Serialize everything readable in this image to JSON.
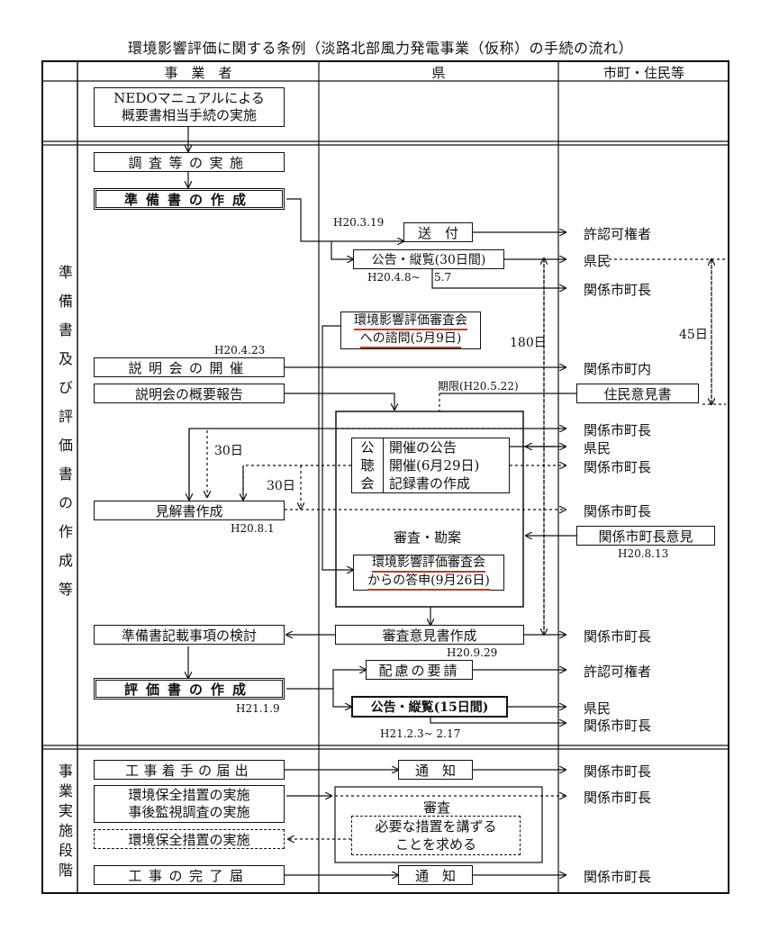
{
  "title": "環境影響評価に関する条例（淡路北部風力発電事業（仮称）の手続の流れ）",
  "headers": {
    "operator": "事　業　者",
    "prefecture": "県",
    "municipality": "市町・住民等"
  },
  "sections": {
    "preparation": "準備書及び評価書の作成等",
    "implementation": "事業実施段階"
  },
  "operator": {
    "nedo_1": "NEDOマニュアルによる",
    "nedo_2": "概要書相当手続の実施",
    "survey": "調査等の実施",
    "prep_doc": "準備書の作成",
    "briefing": "説明会の開催",
    "briefing_report": "説明会の概要報告",
    "opinion_doc": "見解書作成",
    "review": "準備書記載事項の検討",
    "eval_doc": "評価書の作成",
    "start_notice": "工事着手の届出",
    "env_measure_1": "環境保全措置の実施",
    "env_measure_2": "事後監視調査の実施",
    "env_measure_3": "環境保全措置の実施",
    "completion": "工事の完了届"
  },
  "prefecture": {
    "send": "送　付",
    "public_30": "公告・縦覧(30日間)",
    "consult_1": "環境影響評価審査会",
    "consult_2": "への諮問(5月9日)",
    "hearing_1": "公",
    "hearing_2": "聴",
    "hearing_3": "会",
    "hearing_a": "開催の公告",
    "hearing_b": "開催(6月29日)",
    "hearing_c": "記録書の作成",
    "exam": "審査・勘案",
    "answer_1": "環境影響評価審査会",
    "answer_2": "からの答申(9月26日)",
    "exam_opinion": "審査意見書作成",
    "consideration": "配慮の要請",
    "public_15": "公告・縦覧(15日間)",
    "notify_1": "通　知",
    "exam2": "審査",
    "required_1": "必要な措置を講ずる",
    "required_2": "ことを求める",
    "notify_2": "通　知"
  },
  "municipality": {
    "approver_1": "許認可権者",
    "residents_1": "県民",
    "mayors_1": "関係市町長",
    "briefing_area": "関係市町内",
    "resident_opinion": "住民意見書",
    "mayors_2": "関係市町長",
    "residents_2": "県民",
    "mayors_3": "関係市町長",
    "mayors_4": "関係市町長",
    "mayor_opinion": "関係市町長意見",
    "mayors_5": "関係市町長",
    "approver_2": "許認可権者",
    "residents_3": "県民",
    "mayors_6": "関係市町長",
    "mayors_7": "関係市町長",
    "mayors_8": "関係市町長",
    "mayors_9": "関係市町長"
  },
  "dates": {
    "d1": "H20.3.19",
    "d2": "H20.4.8~",
    "d2b": "5.7",
    "d3": "H20.4.23",
    "d4": "期限(H20.5.22)",
    "d5": "H20.8.1",
    "d6": "H20.8.13",
    "d7": "H20.9.29",
    "d8": "H21.1.9",
    "d9": "H21.2.3~ 2.17",
    "days180": "180日",
    "days45": "45日",
    "days30a": "30日",
    "days30b": "30日"
  }
}
